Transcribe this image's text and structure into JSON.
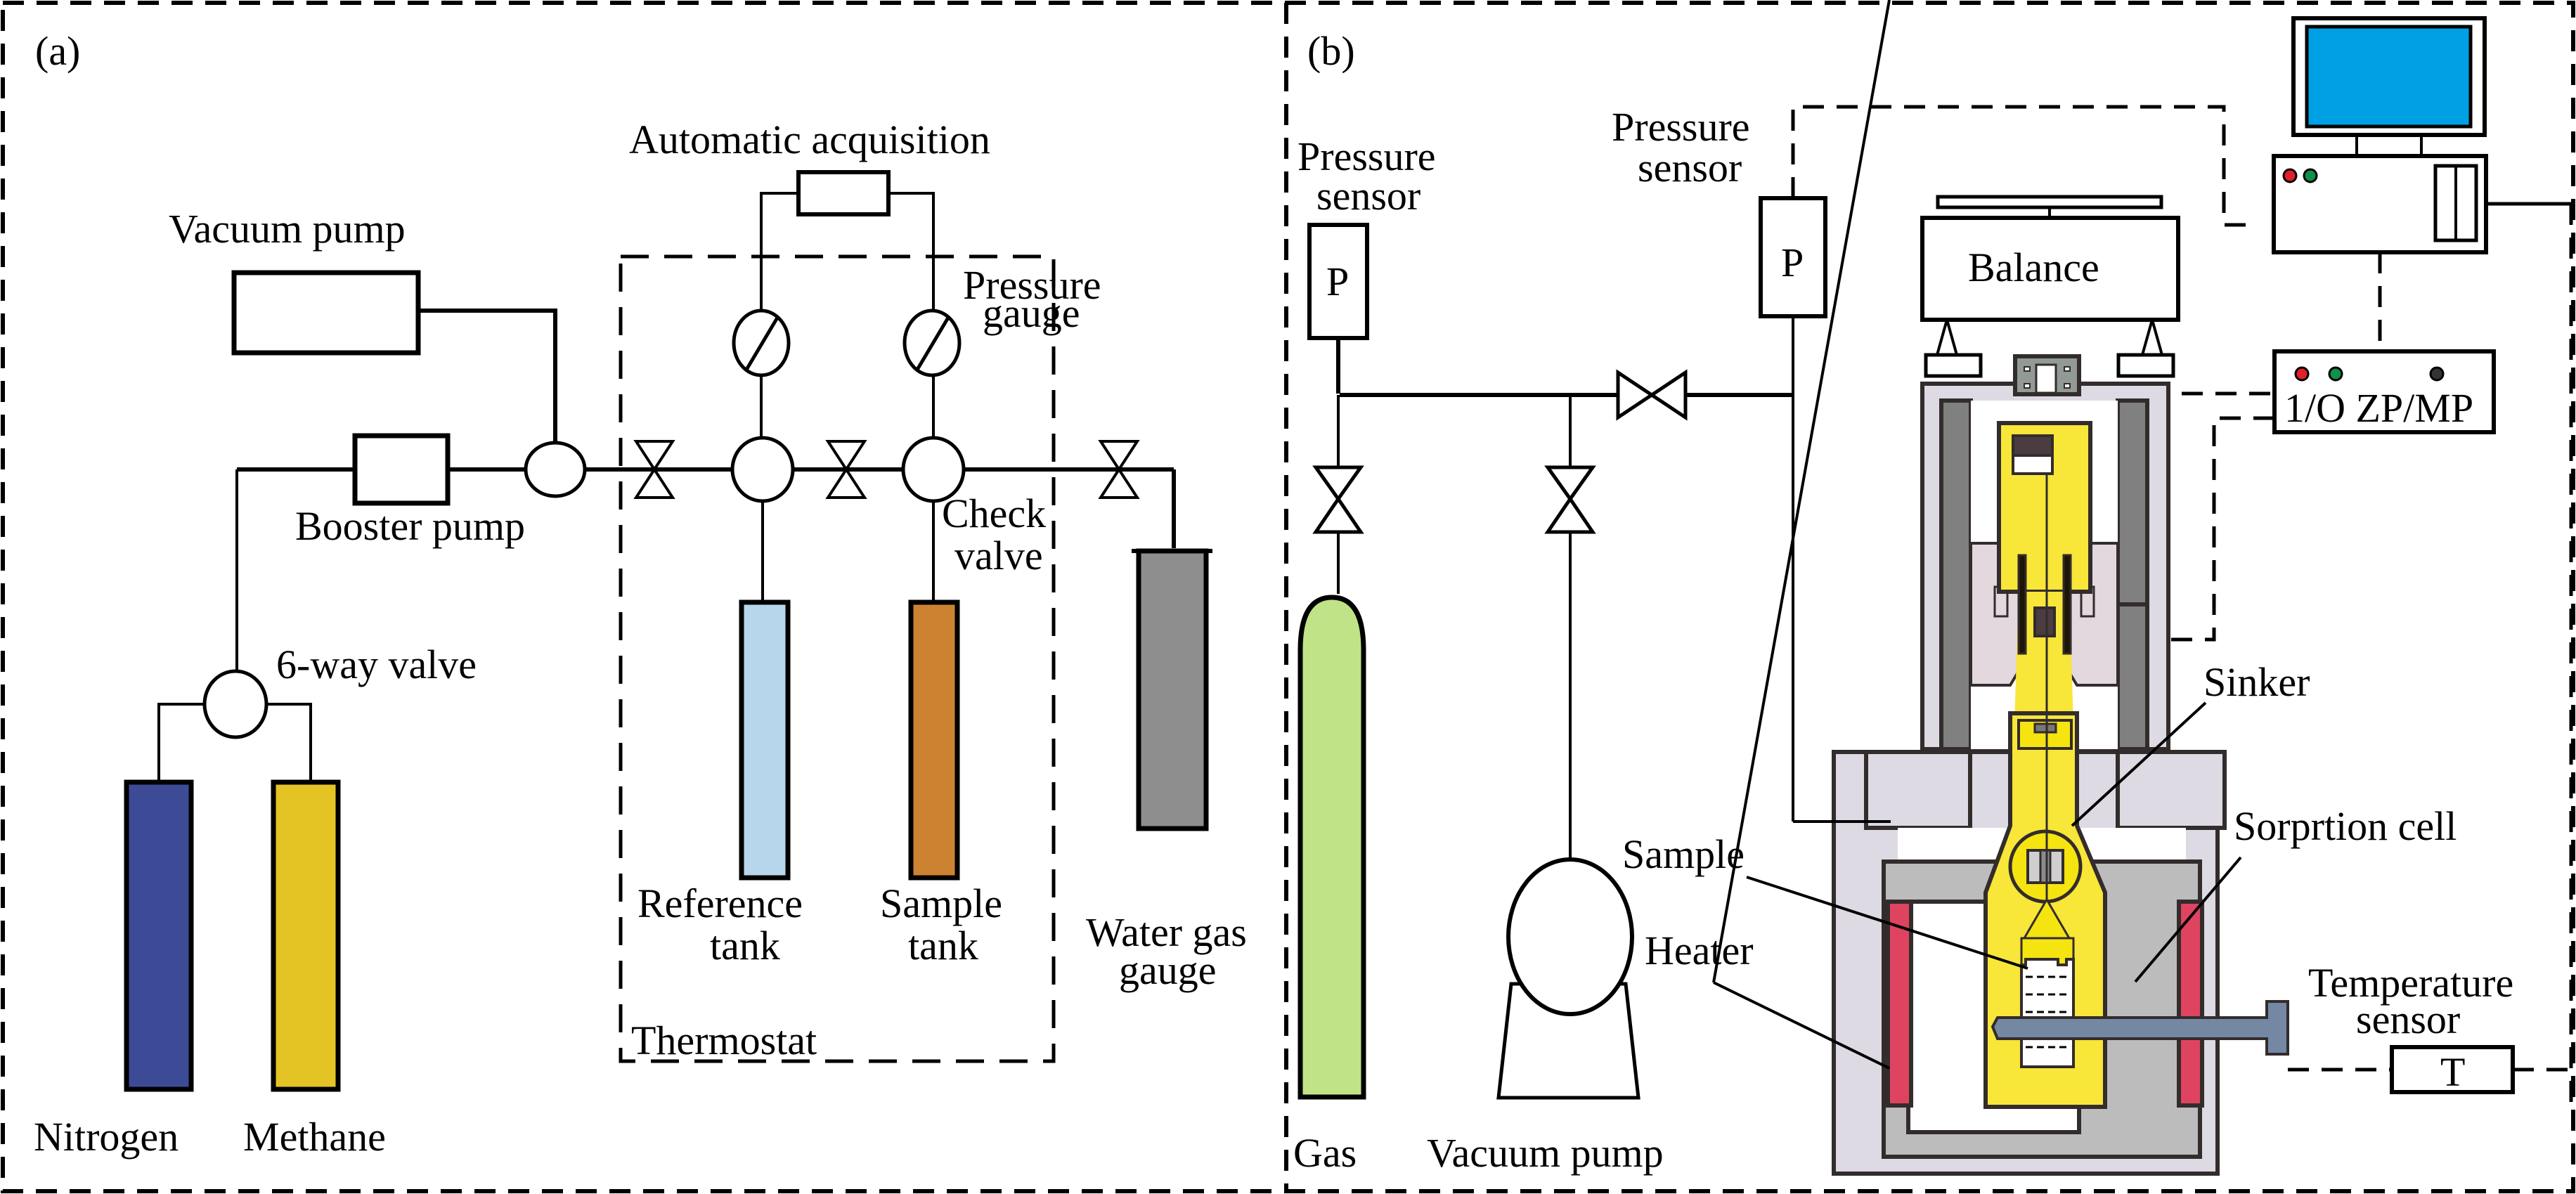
{
  "panel_a": {
    "label": "(a)",
    "components": {
      "automatic_acquisition": "Automatic  acquisition",
      "vacuum_pump": "Vacuum pump",
      "pressure_gauge_line1": "Pressure",
      "pressure_gauge_line2": "gauge",
      "booster_pump": "Booster pump",
      "check_valve_line1": "Check",
      "check_valve_line2": "valve",
      "six_way_valve": "6-way valve",
      "reference_tank_line1": "Reference",
      "reference_tank_line2": "tank",
      "sample_tank_line1": "Sample",
      "sample_tank_line2": "tank",
      "water_gas_gauge_line1": "Water gas",
      "water_gas_gauge_line2": "gauge",
      "thermostat": "Thermostat",
      "nitrogen": "Nitrogen",
      "methane": "Methane"
    },
    "colors": {
      "nitrogen": "#3d4b97",
      "methane": "#e3c424",
      "reference_tank": "#b7d6ec",
      "sample_tank": "#cd8232",
      "water_gas_gauge": "#8e8e8e"
    }
  },
  "panel_b": {
    "label": "(b)",
    "components": {
      "pressure_sensor_left_line1": "Pressure",
      "pressure_sensor_left_line2": "sensor",
      "pressure_sensor_right_line1": "Pressure",
      "pressure_sensor_right_line2": "sensor",
      "sensor_symbol": "P",
      "balance": "Balance",
      "controller_label": "1/O ZP/MP",
      "sinker": "Sinker",
      "sorption_cell": "Sorprtion cell",
      "sample": "Sample",
      "heater": "Heater",
      "temperature_sensor_line1": "Temperature",
      "temperature_sensor_line2": "sensor",
      "temperature_symbol": "T",
      "gas": "Gas",
      "vacuum_pump": "Vacuum pump"
    },
    "colors": {
      "gas_cylinder": "#bfe386",
      "monitor_screen": "#00a0e4",
      "led_red": "#e0202a",
      "led_green": "#109048",
      "led_dark": "#333333",
      "suspension_yellow": "#f8e638",
      "heater": "#de4460",
      "outer_shell": "#dddae3",
      "insulation_dark": "#808080",
      "inner_gray": "#bcbcbc",
      "probe": "#7487a3",
      "coupling_gray": "#929a96"
    }
  }
}
